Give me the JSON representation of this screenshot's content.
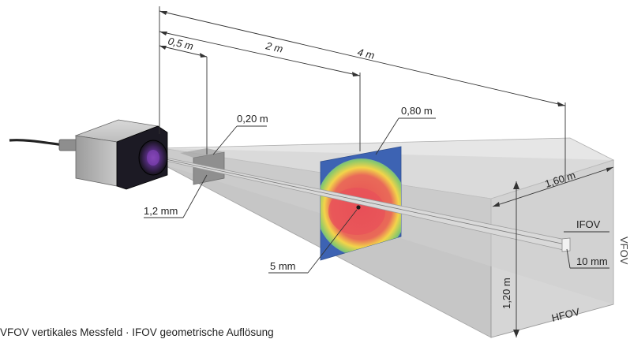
{
  "distances": {
    "d1": "0,5 m",
    "d2": "2 m",
    "d3": "4 m"
  },
  "spot_sizes": {
    "at_d1": "0,20 m",
    "at_d2": "0,80 m",
    "at_d3": "1,60 m",
    "at_d3_vertical": "1,20 m",
    "lens_spot": "1,2 mm",
    "pixel_at_d2": "5 mm",
    "pixel_at_d3": "10 mm"
  },
  "labels": {
    "ifov": "IFOV",
    "hfov": "HFOV",
    "vfov": "VFOV"
  },
  "caption": "VFOV vertikales Messfeld · IFOV geometrische Auflösung",
  "colors": {
    "camera_body": "#b5b5b5",
    "camera_front": "#1c1a24",
    "lens_glow": "#7a3fae",
    "frustum_top": "#e4e4e4",
    "frustum_side": "#c9c9c9",
    "frustum_front": "#d3d3d3",
    "thermal_bg": "#3d63b3",
    "thermal_hot": "#e8565a",
    "thermal_mid": "#f0d232"
  }
}
